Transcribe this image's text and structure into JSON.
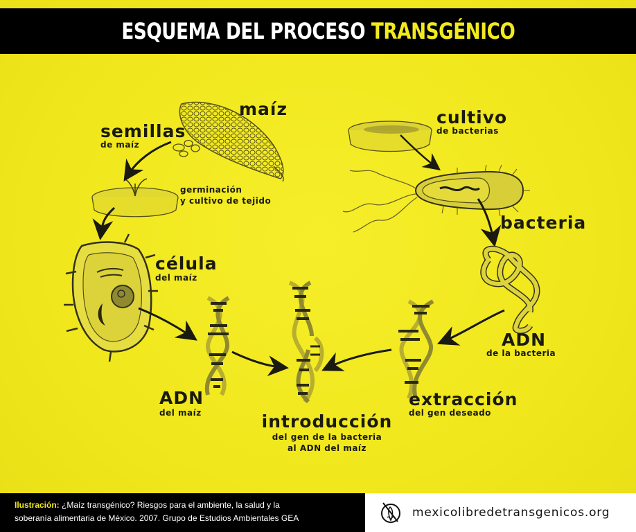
{
  "header": {
    "title_white": "ESQUEMA DEL PROCESO ",
    "title_yellow": "TRANSGÉNICO"
  },
  "colors": {
    "background": "#f2ea1e",
    "title_bar": "#000000",
    "accent_yellow": "#f2ea1e",
    "ink": "#1a1a10"
  },
  "diagram": {
    "nodes": [
      {
        "id": "maiz",
        "title": "maíz",
        "subtitle": ""
      },
      {
        "id": "semillas",
        "title": "semillas",
        "subtitle": "de maíz"
      },
      {
        "id": "germinacion",
        "title": "",
        "subtitle": "germinación",
        "subtitle2": "y cultivo de tejido"
      },
      {
        "id": "celula",
        "title": "célula",
        "subtitle": "del maíz"
      },
      {
        "id": "adn_maiz",
        "title": "ADN",
        "subtitle": "del maíz"
      },
      {
        "id": "introduccion",
        "title": "introducción",
        "subtitle": "del gen de la bacteria",
        "subtitle2": "al ADN del maíz"
      },
      {
        "id": "extraccion",
        "title": "extracción",
        "subtitle": "del gen deseado"
      },
      {
        "id": "adn_bacteria",
        "title": "ADN",
        "subtitle": "de la bacteria"
      },
      {
        "id": "bacteria",
        "title": "bacteria",
        "subtitle": ""
      },
      {
        "id": "cultivo",
        "title": "cultivo",
        "subtitle": "de bacterias"
      }
    ],
    "flow": [
      "maiz -> semillas -> germinacion -> celula -> adn_maiz -> introduccion",
      "cultivo -> bacteria -> adn_bacteria -> extraccion -> introduccion"
    ]
  },
  "footer": {
    "credit_label": "Ilustración:",
    "credit_line1": " ¿Maíz transgénico? Riesgos para el ambiente, la salud y la",
    "credit_line2": "soberanía alimentaria de México. 2007. Grupo de Estudios Ambientales GEA",
    "site_url": "mexicolibredetransgenicos.org",
    "logo_icon": "no-gmo-corn-icon"
  }
}
